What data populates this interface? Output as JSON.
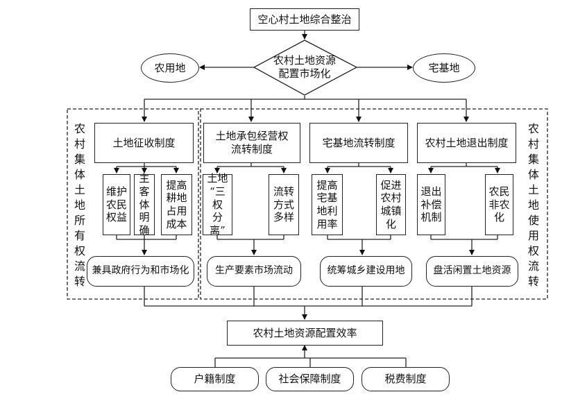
{
  "top": {
    "title": "空心村土地综合整治"
  },
  "market": {
    "label": "农村土地资源\n配置市场化"
  },
  "left_ellipse": {
    "label": "农用地"
  },
  "right_ellipse": {
    "label": "宅基地"
  },
  "side_left": {
    "label": "农\n村\n集\n体\n土\n地\n所\n有\n权\n流\n转"
  },
  "side_right": {
    "label": "农\n村\n集\n体\n土\n地\n使\n用\n权\n流\n转"
  },
  "systems": [
    {
      "label": "土地征收制度"
    },
    {
      "label": "土地承包经营权\n流转制度"
    },
    {
      "label": "宅基地流转制度"
    },
    {
      "label": "农村土地退出制度"
    }
  ],
  "measures": [
    {
      "label": "维护\n农民\n权益"
    },
    {
      "label": "主\n客\n体\n明\n确"
    },
    {
      "label": "提高\n耕地\n占用\n成本"
    },
    {
      "label": "土地\n“三权\n分离”"
    },
    {
      "label": "流转\n方式\n多样"
    },
    {
      "label": "提高\n宅基\n地利\n用率"
    },
    {
      "label": "促进\n农村\n城镇\n化"
    },
    {
      "label": "退出\n补偿\n机制"
    },
    {
      "label": "农民\n非农\n化"
    }
  ],
  "outcomes": [
    {
      "label": "兼具政府行为和市场化"
    },
    {
      "label": "生产要素市场流动"
    },
    {
      "label": "统筹城乡建设用地"
    },
    {
      "label": "盘活闲置土地资源"
    }
  ],
  "efficiency": {
    "label": "农村土地资源配置效率"
  },
  "bottom": [
    {
      "label": "户籍制度"
    },
    {
      "label": "社会保障制度"
    },
    {
      "label": "税费制度"
    }
  ]
}
